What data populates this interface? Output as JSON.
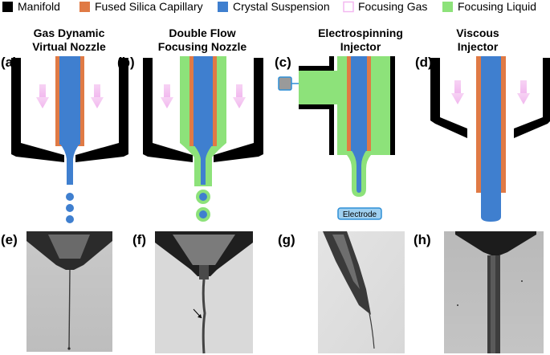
{
  "legend": [
    {
      "label": "Manifold",
      "color": "#000000",
      "icon": "filled-square"
    },
    {
      "label": "Fused Silica Capillary",
      "color": "#e07a45",
      "icon": "filled-square"
    },
    {
      "label": "Crystal Suspension",
      "color": "#3f7fcf",
      "icon": "filled-square"
    },
    {
      "label": "Focusing Gas",
      "color": "#f3b8f0",
      "icon": "outlined-square"
    },
    {
      "label": "Focusing Liquid",
      "color": "#8de27a",
      "icon": "filled-square"
    }
  ],
  "panels": [
    {
      "id": "a",
      "letter": "(a)",
      "title1": "Gas Dynamic",
      "title2": "Virtual Nozzle"
    },
    {
      "id": "b",
      "letter": "(b)",
      "title1": "Double Flow",
      "title2": "Focusing Nozzle"
    },
    {
      "id": "c",
      "letter": "(c)",
      "title1": "Electrospinning",
      "title2": "Injector",
      "electrode": "Electrode"
    },
    {
      "id": "d",
      "letter": "(d)",
      "title1": "Viscous",
      "title2": "Injector"
    }
  ],
  "photos": [
    {
      "id": "e",
      "letter": "(e)"
    },
    {
      "id": "f",
      "letter": "(f)"
    },
    {
      "id": "g",
      "letter": "(g)"
    },
    {
      "id": "h",
      "letter": "(h)"
    }
  ]
}
